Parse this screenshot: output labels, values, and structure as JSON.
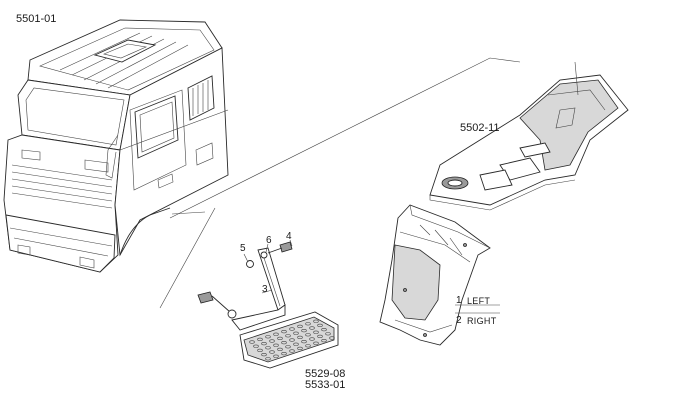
{
  "labels": {
    "cab_part": "5501-01",
    "floor_part": "5502-11",
    "step_part_a": "5529-08",
    "step_part_b": "5533-01"
  },
  "callouts": {
    "n1": "1",
    "n2": "2",
    "n3": "3",
    "n4": "4",
    "n5": "5",
    "n6": "6"
  },
  "legend": [
    {
      "num": "1",
      "text": "LEFT"
    },
    {
      "num": "2",
      "text": "RIGHT"
    }
  ]
}
